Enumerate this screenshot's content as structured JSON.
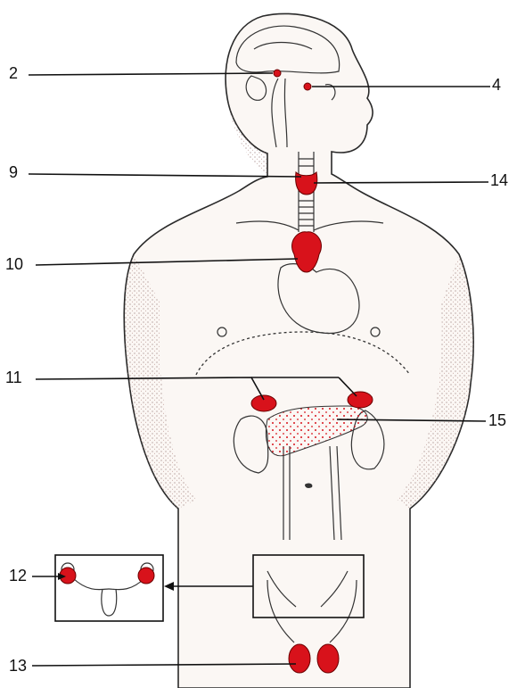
{
  "labels": {
    "n2": "2",
    "n4": "4",
    "n9": "9",
    "n14": "14",
    "n10": "10",
    "n11": "11",
    "n15": "15",
    "n12": "12",
    "n13": "13"
  },
  "colors": {
    "gland": "#d8121b",
    "line": "#111111",
    "skin_shade": "#c9a9a3"
  }
}
